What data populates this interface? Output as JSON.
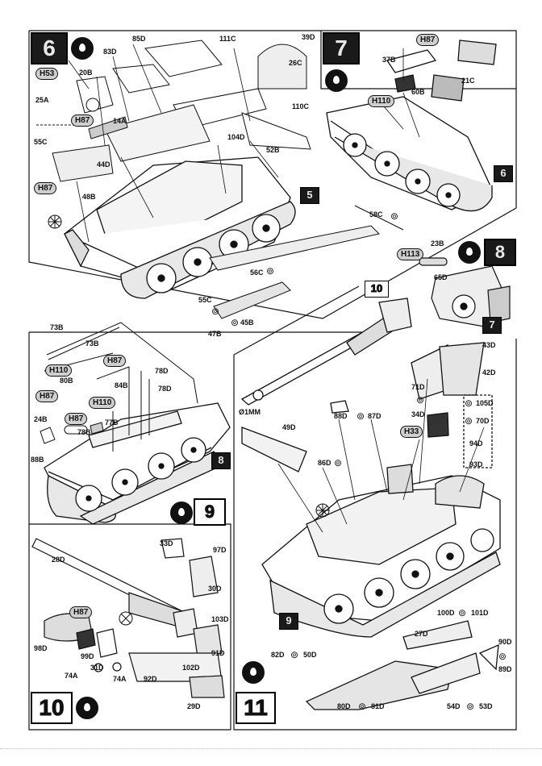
{
  "steps": {
    "s6": "6",
    "s7": "7",
    "s8": "8",
    "s9": "9",
    "s10": "10",
    "s11": "11",
    "ref5": "5",
    "ref6": "6",
    "ref7": "7",
    "ref8": "8",
    "ref9": "9",
    "ref10": "10"
  },
  "paint_refs": {
    "h53": "H53",
    "h87a": "H87",
    "h87b": "H87",
    "h87c": "H87",
    "h110a": "H110",
    "h113": "H113",
    "h110b": "H110",
    "h87d": "H87",
    "h87e": "H87",
    "h110c": "H110",
    "h87f": "H87",
    "h33": "H33",
    "h87g": "H87"
  },
  "parts": {
    "p83D": "83D",
    "p85D": "85D",
    "p20B": "20B",
    "p25A": "25A",
    "p14A": "14A",
    "p55C_6": "55C",
    "p44D": "44D",
    "p48B": "48B",
    "p111C": "111C",
    "p39D": "39D",
    "p26C": "26C",
    "p110C": "110C",
    "p104D": "104D",
    "p52B": "52B",
    "p37B": "37B",
    "p60B": "60B",
    "p21C": "21C",
    "p58C": "58C",
    "p56C": "56C",
    "p55C_b": "55C",
    "p47B": "47B",
    "p45B": "45B",
    "p23B": "23B",
    "p65D": "65D",
    "p73B_a": "73B",
    "p73B_b": "73B",
    "p80B": "80B",
    "p84B": "84B",
    "p78D_a": "78D",
    "p78D_b": "78D",
    "p24B": "24B",
    "p77B": "77B",
    "p78B": "78B",
    "p88B": "88B",
    "p43D": "43D",
    "p42D": "42D",
    "p71D": "71D",
    "p34D": "34D",
    "p88D": "88D",
    "p87D": "87D",
    "p49D": "49D",
    "p105D": "105D",
    "p70D": "70D",
    "p94D": "94D",
    "p93D": "93D",
    "p86D": "86D",
    "p28D": "28D",
    "p33D": "33D",
    "p97D": "97D",
    "p30D": "30D",
    "p103D": "103D",
    "p98D": "98D",
    "p99D": "99D",
    "p31D": "31D",
    "p74A_a": "74A",
    "p74A_b": "74A",
    "p102D": "102D",
    "p91D": "91D",
    "p92D": "92D",
    "p29D": "29D",
    "p100D": "100D",
    "p101D": "101D",
    "p27D": "27D",
    "p90D": "90D",
    "p89D": "89D",
    "p82D": "82D",
    "p50D": "50D",
    "p80D": "80D",
    "p81D": "81D",
    "p54D": "54D",
    "p53D": "53D"
  },
  "notes": {
    "diameter": "Ø1MM"
  },
  "icons": {
    "glue": "glue-icon",
    "paint": "paint-drop-icon",
    "no_glue": "no-glue-icon",
    "hatch": "star-hatch-icon"
  }
}
